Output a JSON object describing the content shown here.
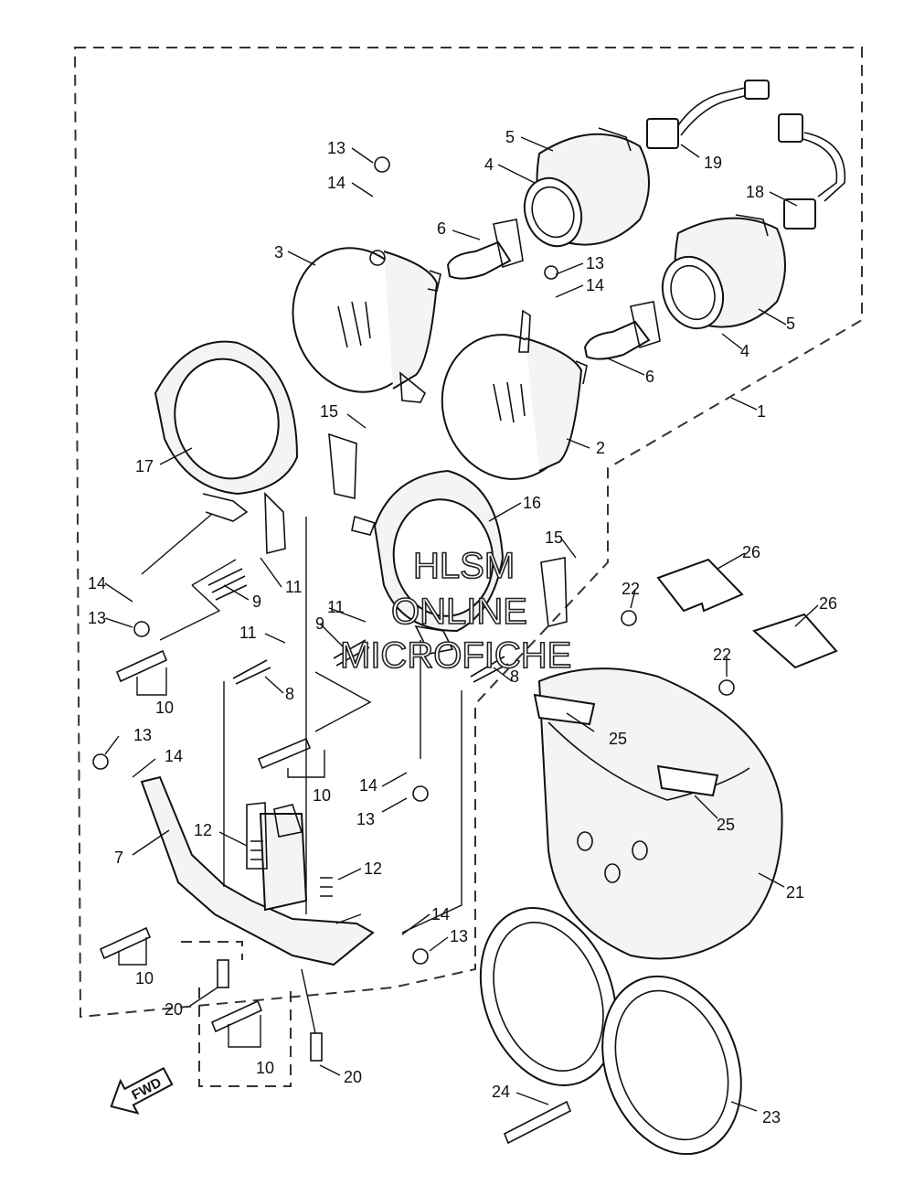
{
  "callouts": {
    "c1": "1",
    "c2": "2",
    "c3": "3",
    "c4a": "4",
    "c4b": "4",
    "c5a": "5",
    "c5b": "5",
    "c6a": "6",
    "c6b": "6",
    "c7": "7",
    "c8a": "8",
    "c8b": "8",
    "c9a": "9",
    "c9b": "9",
    "c10a": "10",
    "c10b": "10",
    "c10c": "10",
    "c10d": "10",
    "c11a": "11",
    "c11b": "11",
    "c11c": "11",
    "c12a": "12",
    "c12b": "12",
    "c13a": "13",
    "c13b": "13",
    "c13c": "13",
    "c13d": "13",
    "c13e": "13",
    "c13f": "13",
    "c14a": "14",
    "c14b": "14",
    "c14c": "14",
    "c14d": "14",
    "c14e": "14",
    "c14f": "14",
    "c15a": "15",
    "c15b": "15",
    "c16": "16",
    "c17": "17",
    "c18": "18",
    "c19": "19",
    "c20a": "20",
    "c20b": "20",
    "c21": "21",
    "c22a": "22",
    "c22b": "22",
    "c23": "23",
    "c24": "24",
    "c25a": "25",
    "c25b": "25",
    "c26a": "26",
    "c26b": "26"
  },
  "watermark": {
    "line1": "HLSM",
    "line2": "ONLINE",
    "line3": "MICROFICHE"
  },
  "direction_arrow": {
    "label": "FWD",
    "icon": "forward-arrow-icon"
  }
}
